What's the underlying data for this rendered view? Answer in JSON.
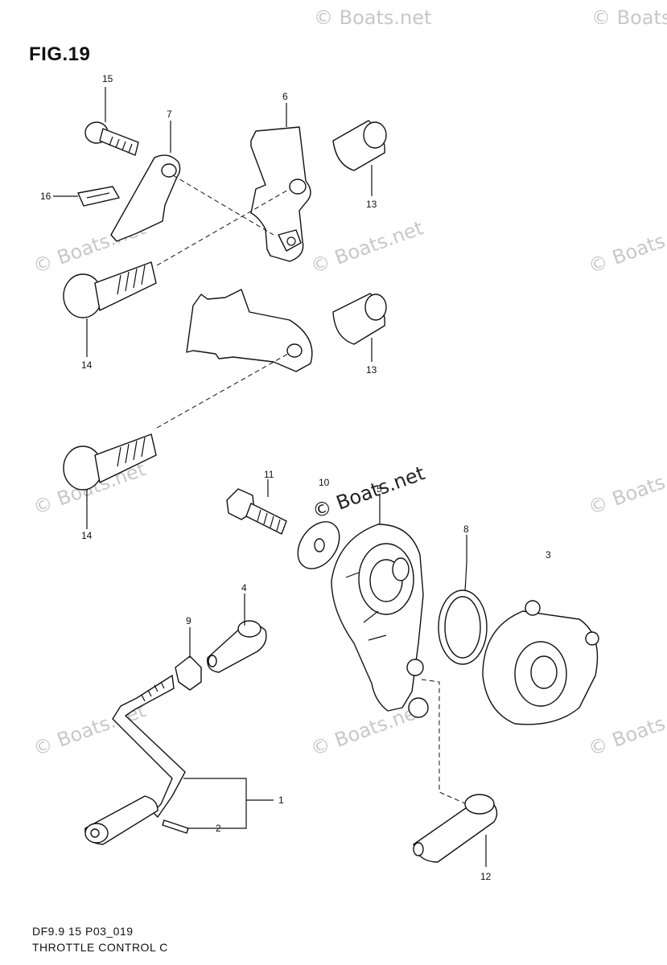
{
  "figure": {
    "title": "FIG.19",
    "code": "DF9.9 15 P03_019",
    "description": "THROTTLE CONTROL C"
  },
  "watermark": {
    "text": "© Boats.net",
    "color": "#c8c8c8",
    "center_color": "#222222"
  },
  "callouts": {
    "c1": "1",
    "c2": "2",
    "c3": "3",
    "c4": "4",
    "c5": "5",
    "c6": "6",
    "c7": "7",
    "c8": "8",
    "c9": "9",
    "c10": "10",
    "c11": "11",
    "c12": "12",
    "c13a": "13",
    "c13b": "13",
    "c14a": "14",
    "c14b": "14",
    "c15": "15",
    "c16": "16"
  }
}
